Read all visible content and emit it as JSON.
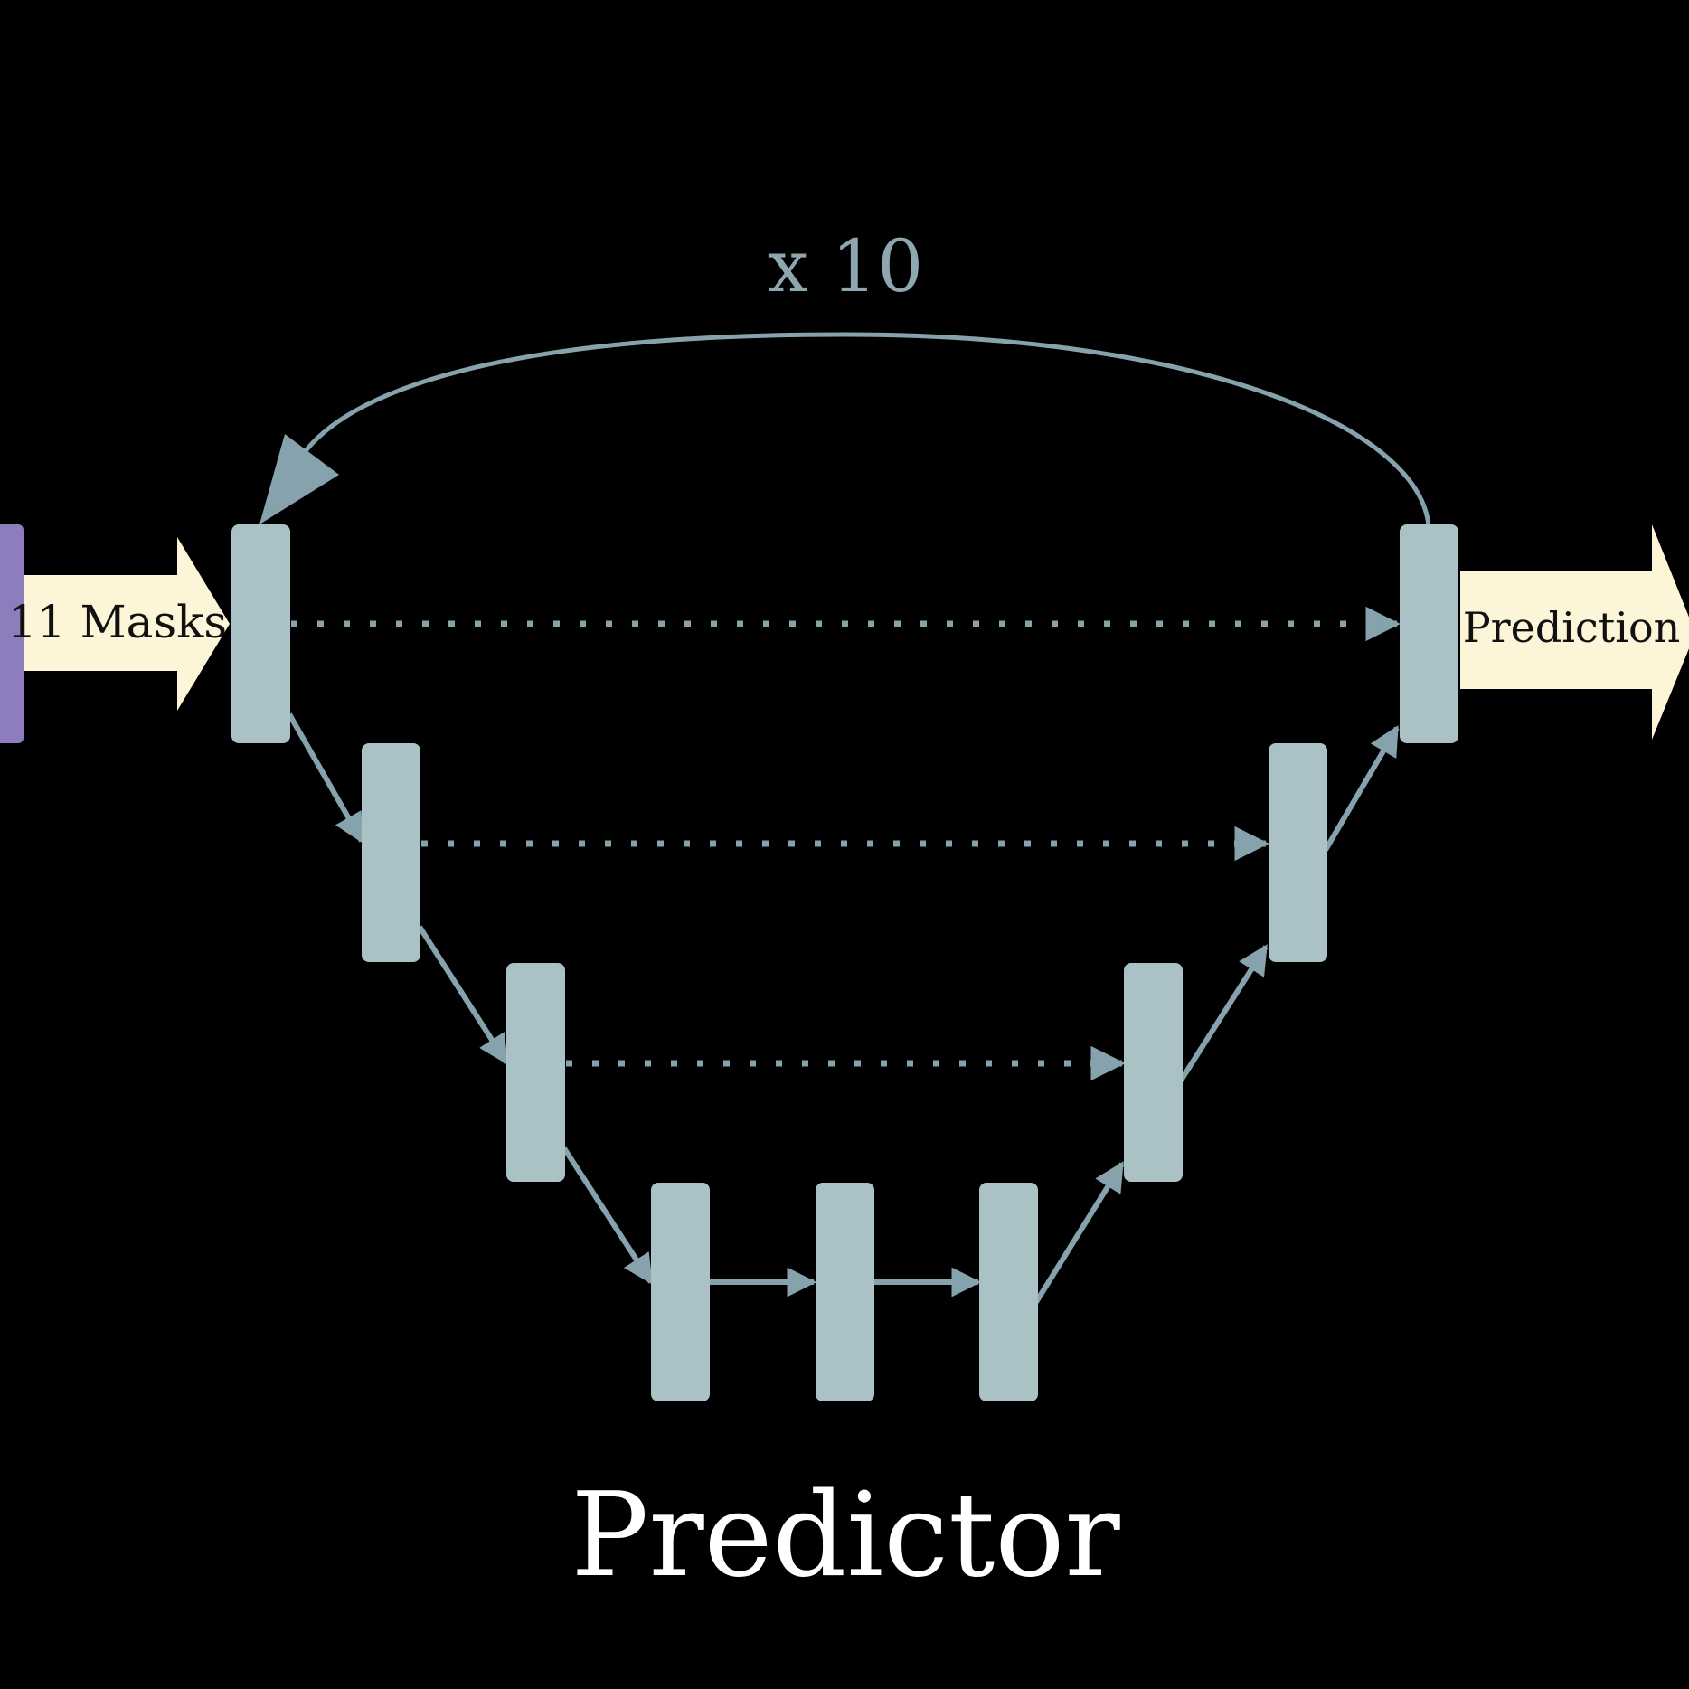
{
  "diagram": {
    "repeat_label": "x 10",
    "input_label": "11 Masks",
    "output_label": "Prediction",
    "title": "Predictor"
  },
  "colors": {
    "background": "#000000",
    "block": "#aac1c6",
    "arrow": "#86a3ad",
    "io_arrow": "#fdf5d7",
    "input_block": "#8e7dbd",
    "label_dark": "#111111",
    "repeat_label": "#8ea6ae",
    "title": "#ffffff"
  }
}
